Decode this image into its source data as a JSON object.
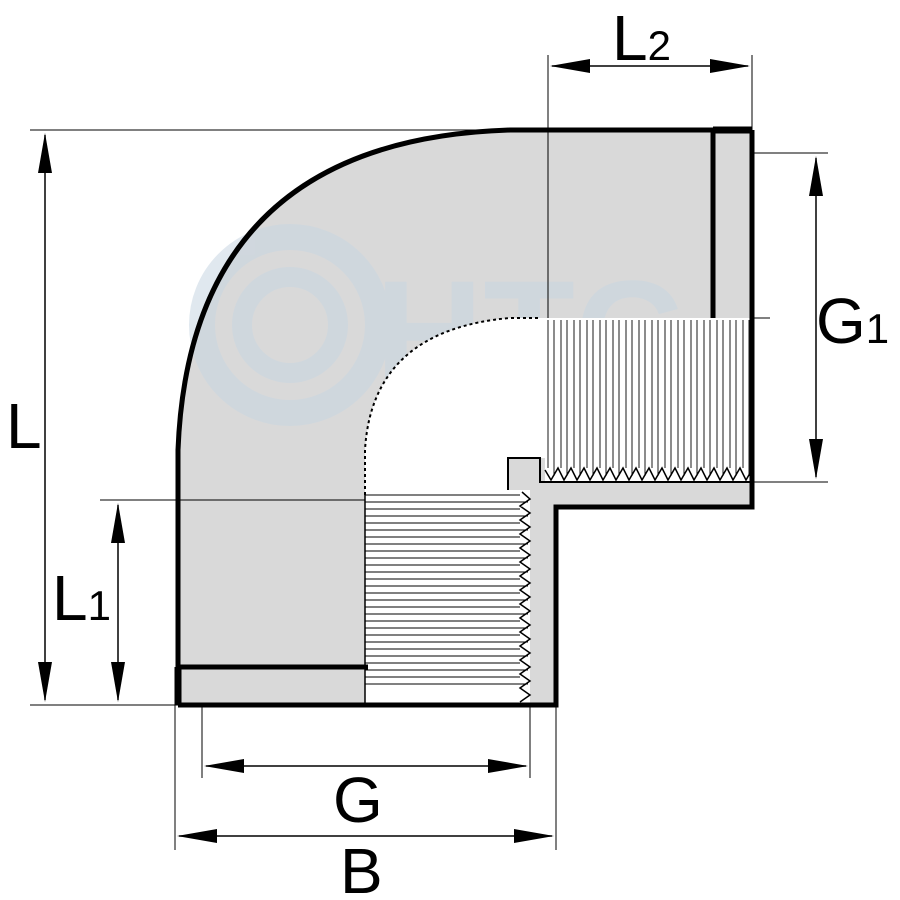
{
  "diagram": {
    "watermark": "HTC",
    "labels": {
      "L": "L",
      "L1_main": "L",
      "L1_sub": "1",
      "L2_main": "L",
      "L2_sub": "2",
      "G1_main": "G",
      "G1_sub": "1",
      "G": "G",
      "B": "B"
    },
    "colors": {
      "body_fill": "#d9d9d9",
      "outline": "#000000",
      "watermark": "#c2d3e0"
    }
  }
}
